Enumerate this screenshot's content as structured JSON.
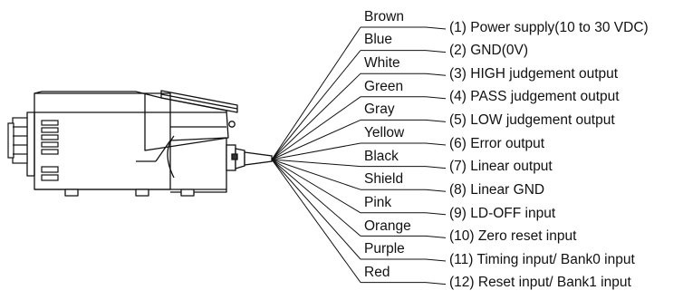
{
  "wires": [
    {
      "color": "Brown",
      "description": "(1) Power supply(10 to 30 VDC)"
    },
    {
      "color": "Blue",
      "description": "(2) GND(0V)"
    },
    {
      "color": "White",
      "description": "(3) HIGH judgement output"
    },
    {
      "color": "Green",
      "description": "(4) PASS judgement output"
    },
    {
      "color": "Gray",
      "description": "(5) LOW judgement output"
    },
    {
      "color": "Yellow",
      "description": "(6) Error output"
    },
    {
      "color": "Black",
      "description": "(7) Linear output"
    },
    {
      "color": "Shield",
      "description": "(8) Linear GND"
    },
    {
      "color": "Pink",
      "description": "(9) LD-OFF input"
    },
    {
      "color": "Orange",
      "description": "(10) Zero reset input"
    },
    {
      "color": "Purple",
      "description": "(11) Timing input/ Bank0 input"
    },
    {
      "color": "Red",
      "description": "(12) Reset input/ Bank1 input"
    }
  ]
}
